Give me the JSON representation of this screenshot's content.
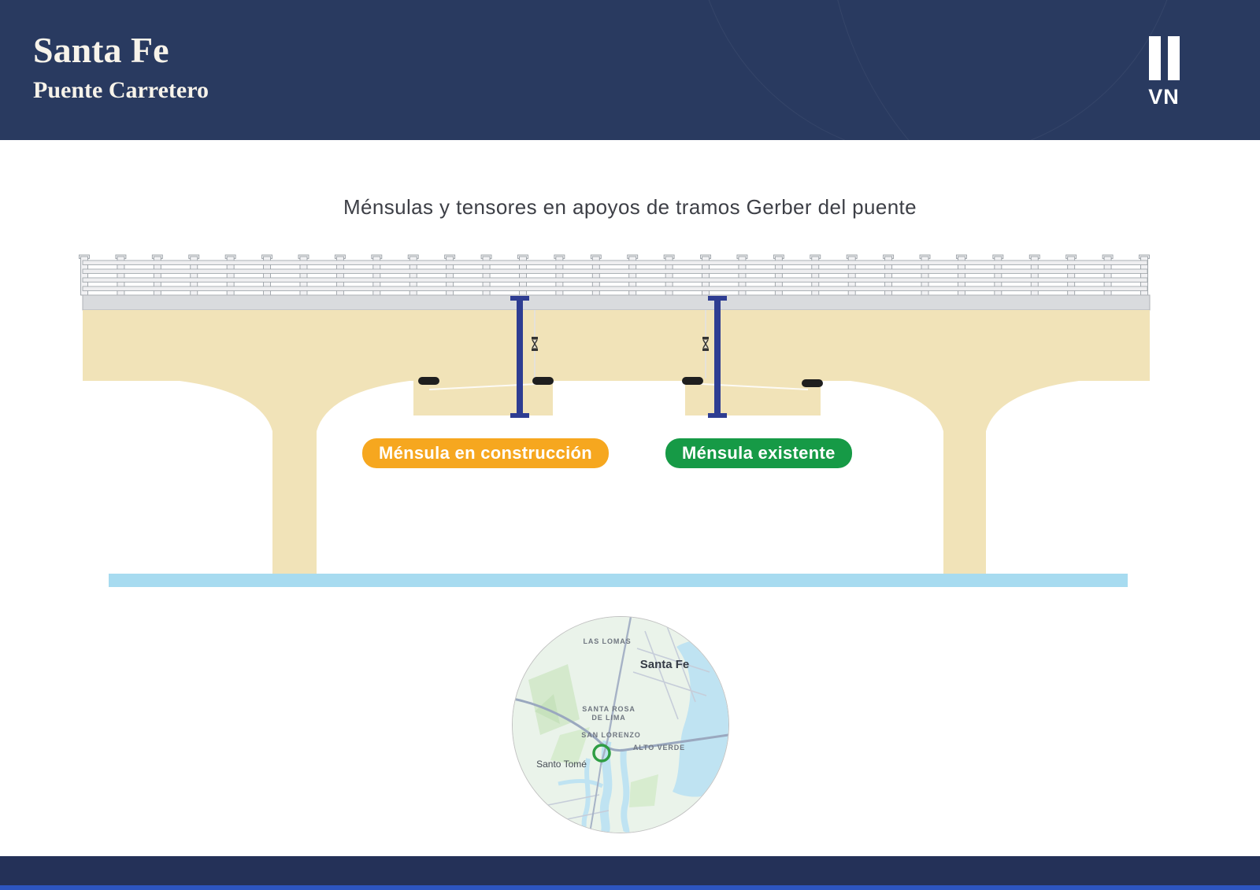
{
  "header": {
    "title": "Santa Fe",
    "subtitle": "Puente Carretero",
    "logo": "VN"
  },
  "diagram": {
    "title": "Ménsulas y tensores en apoyos de tramos Gerber del puente",
    "label_construction": "Ménsula en construcción",
    "label_existing": "Ménsula existente",
    "colors": {
      "header_navy": "#293a60",
      "concrete_beige": "#f1e3b8",
      "deck_gray": "#d9dbde",
      "railing_gray": "#f2f2f4",
      "tensor_blue": "#2e3d92",
      "construction_orange": "#f6a71f",
      "existing_green": "#169a46",
      "water_blue": "#a7dbf0"
    }
  },
  "map": {
    "labels": {
      "las_lomas": "LAS LOMAS",
      "santa_fe": "Santa Fe",
      "santa_rosa": "SANTA ROSA DE LIMA",
      "san_lorenzo": "SAN LORENZO",
      "alto_verde": "ALTO VERDE",
      "santo_tome": "Santo Tomé"
    },
    "marker_color": "#2f9e44"
  }
}
